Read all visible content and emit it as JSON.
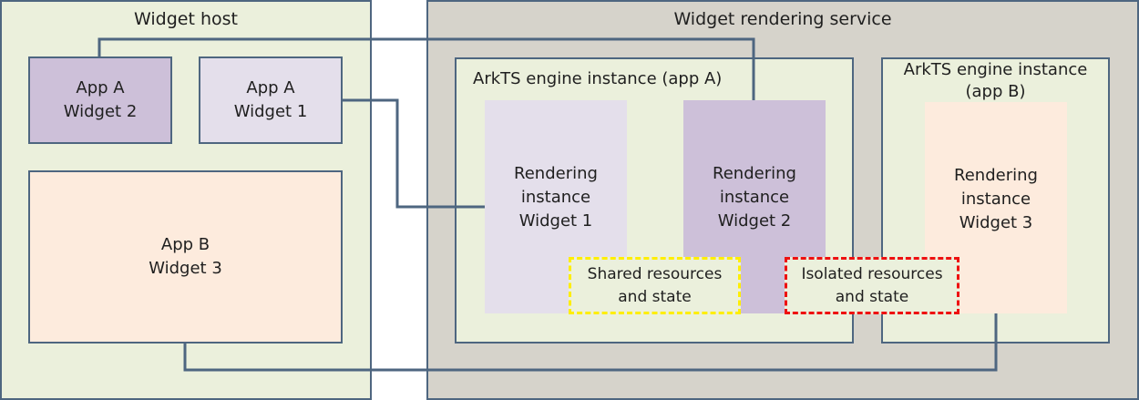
{
  "widget_host": {
    "title": "Widget host",
    "widgets": [
      {
        "id": "app-a-widget-2",
        "line1": "App A",
        "line2": "Widget 2",
        "color": "#cdc0d9"
      },
      {
        "id": "app-a-widget-1",
        "line1": "App A",
        "line2": "Widget 1",
        "color": "#e4dfeb"
      },
      {
        "id": "app-b-widget-3",
        "line1": "App B",
        "line2": "Widget 3",
        "color": "#fdebdd"
      }
    ]
  },
  "rendering_service": {
    "title": "Widget rendering service",
    "engine_a": {
      "title": "ArkTS engine instance (app A)",
      "instances": [
        {
          "line1": "Rendering",
          "line2": "instance",
          "line3": "Widget 1"
        },
        {
          "line1": "Rendering",
          "line2": "instance",
          "line3": "Widget 2"
        }
      ],
      "shared": {
        "line1": "Shared resources",
        "line2": "and state",
        "border_color": "#ffee00"
      }
    },
    "engine_b": {
      "title": "ArkTS engine instance",
      "title_line2": "(app B)",
      "instances": [
        {
          "line1": "Rendering",
          "line2": "instance",
          "line3": "Widget 3"
        }
      ]
    },
    "isolated": {
      "line1": "Isolated resources",
      "line2": "and state",
      "border_color": "#ee1111"
    }
  },
  "colors": {
    "line": "#4e6680",
    "host_bg": "#ebf0dc",
    "service_bg": "#d6d3cb"
  }
}
